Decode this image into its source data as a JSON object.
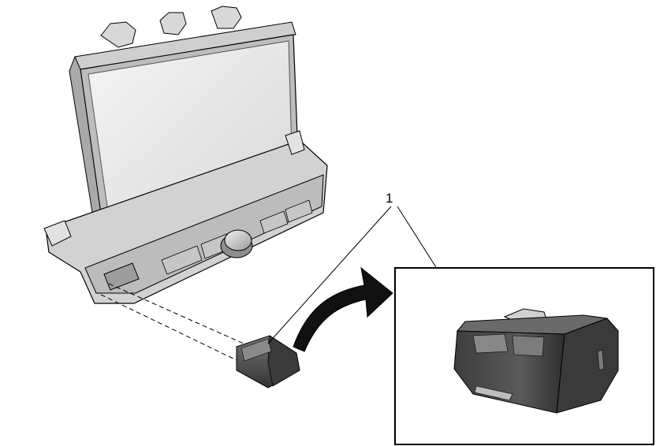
{
  "diagram": {
    "callouts": [
      {
        "label": "1",
        "target": "switch-part"
      }
    ]
  },
  "colors": {
    "line": "#000000",
    "part_dark": "#4a4a4a",
    "part_mid": "#6d6d6d",
    "part_light": "#dcdcdc",
    "screen": "#e8e8e8",
    "arrow": "#111111"
  },
  "icons": [
    "curved-arrow-icon",
    "leader-line",
    "dashed-guide-line"
  ]
}
